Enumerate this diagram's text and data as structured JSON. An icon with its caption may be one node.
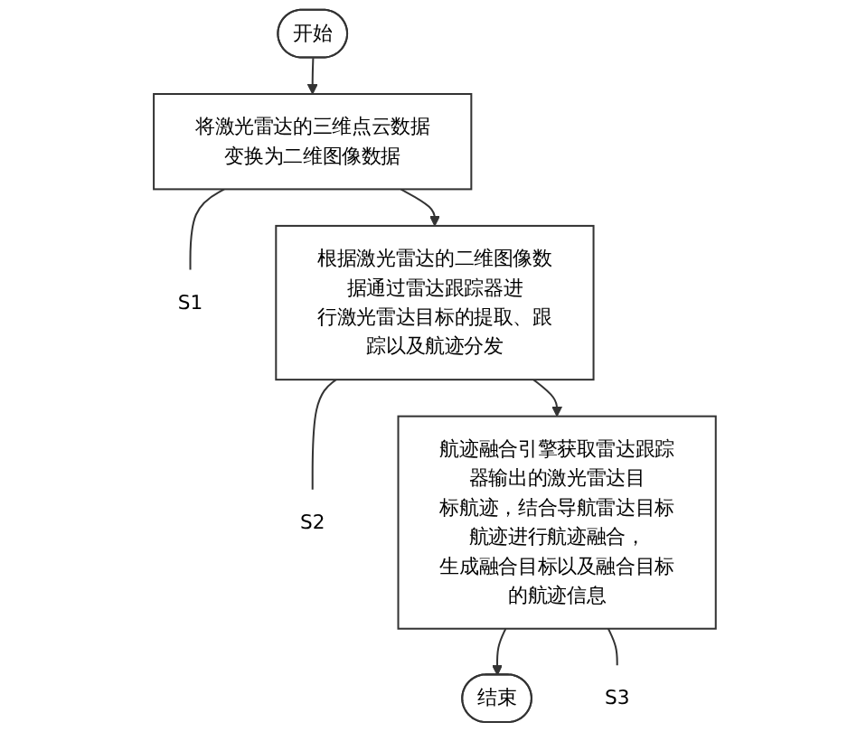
{
  "diagram": {
    "nodes": [
      {
        "text": [
          "开始"
        ]
      },
      {
        "text": [
          "将激光雷达的三维点云数据变换为二维图像数据"
        ]
      },
      {
        "text": [
          "S1"
        ]
      },
      {
        "text": [
          "根据激光雷达的二维图像数据通过雷达跟踪器进行激光雷达目标的提取、跟踪以及航迹分发"
        ]
      },
      {
        "text": [
          "S2"
        ]
      },
      {
        "text": [
          "航迹融合引擎获取雷达跟踪器输出的激光雷达目标航迹，结合导航雷达目标航迹进行航迹融合，生成融合目标以及融合目标的航迹信息"
        ]
      },
      {
        "text": [
          "S3"
        ]
      },
      {
        "text": [
          "结束"
        ]
      }
    ],
    "edges": [
      {
        "from": 0,
        "to": 1,
        "arrow": "to"
      },
      {
        "from": 1,
        "to": 3,
        "arrow": "to"
      },
      {
        "from": 3,
        "to": 5,
        "arrow": "to"
      },
      {
        "from": 5,
        "to": 7,
        "arrow": "to"
      },
      {
        "from": 1,
        "to": 2,
        "arrow": "none"
      },
      {
        "from": 3,
        "to": 4,
        "arrow": "none"
      },
      {
        "from": 5,
        "to": 6,
        "arrow": "none"
      }
    ]
  }
}
